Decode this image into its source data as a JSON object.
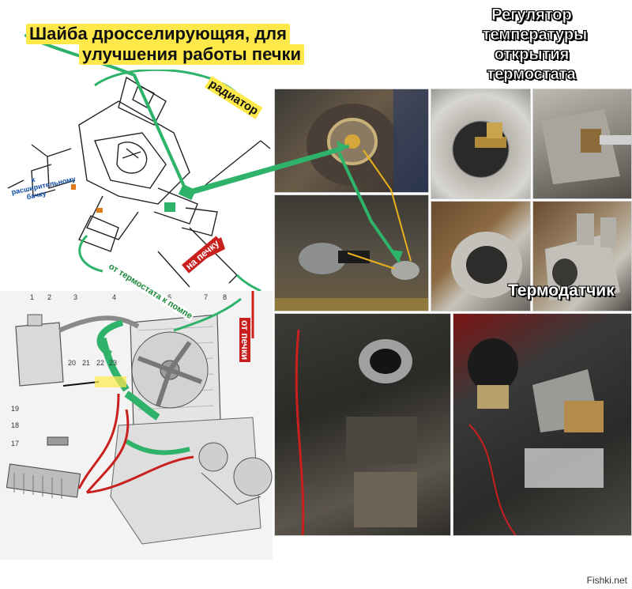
{
  "title_left_line1": "Шайба  дросселирующяя, для",
  "title_left_line2": "улучшения работы печки",
  "title_right_lines": [
    "Регулятор",
    "температуры",
    "открытия",
    "термостата"
  ],
  "label_radiator": "радиатор",
  "label_expansion_tank": "к расширительному бачку",
  "label_to_heater": "на печку",
  "label_from_thermostat": "от термостата к помпе",
  "label_from_heater": "от печки",
  "label_thermosensor": "Термодатчик",
  "diagram_numbers": [
    "1",
    "2",
    "3",
    "4",
    "6",
    "7",
    "8",
    "20",
    "21",
    "22",
    "23",
    "19",
    "18",
    "17"
  ],
  "watermark": "Fishki.net",
  "colors": {
    "title_highlight": "#ffe94a",
    "arrow_green": "#2fb36b",
    "arrow_red": "#c9201e",
    "arrow_yellow": "#e9b21a",
    "label_blue": "#0f4aa8"
  }
}
